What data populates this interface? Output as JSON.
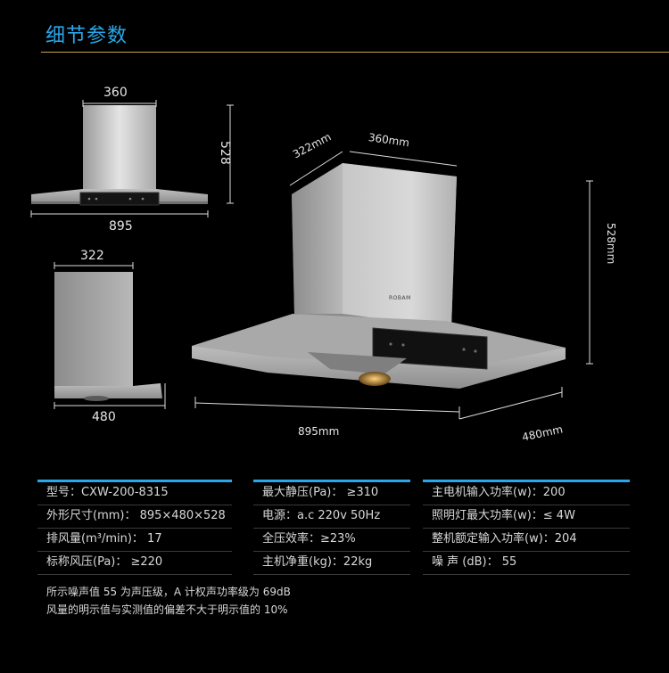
{
  "header": {
    "title": "细节参数"
  },
  "front_view": {
    "width_top": "360",
    "height": "528",
    "width_bottom": "895"
  },
  "side_view": {
    "width_top": "322",
    "width_bottom": "480"
  },
  "perspective_view": {
    "depth_top": "322mm",
    "width_top": "360mm",
    "height": "528mm",
    "width_bottom": "895mm",
    "depth_bottom": "480mm",
    "brand": "ROBAM"
  },
  "specs": {
    "col1": [
      "型号：CXW-200-8315",
      "外形尺寸(mm)： 895×480×528",
      "排风量(m³/min)： 17",
      "标称风压(Pa)： ≥220"
    ],
    "col2": [
      "最大静压(Pa)： ≥310",
      "电源：a.c 220v 50Hz",
      "全压效率：≥23%",
      "主机净重(kg)：22kg"
    ],
    "col3": [
      "主电机输入功率(w)：200",
      "照明灯最大功率(w)：≤ 4W",
      "整机额定输入功率(w)：204",
      "噪 声 (dB)： 55"
    ]
  },
  "notes": [
    "所示噪声值 55 为声压级，A 计权声功率级为 69dB",
    "风量的明示值与实测值的偏差不大于明示值的 10%"
  ],
  "colors": {
    "accent": "#2aa7e8",
    "rule": "#c9a24a"
  }
}
